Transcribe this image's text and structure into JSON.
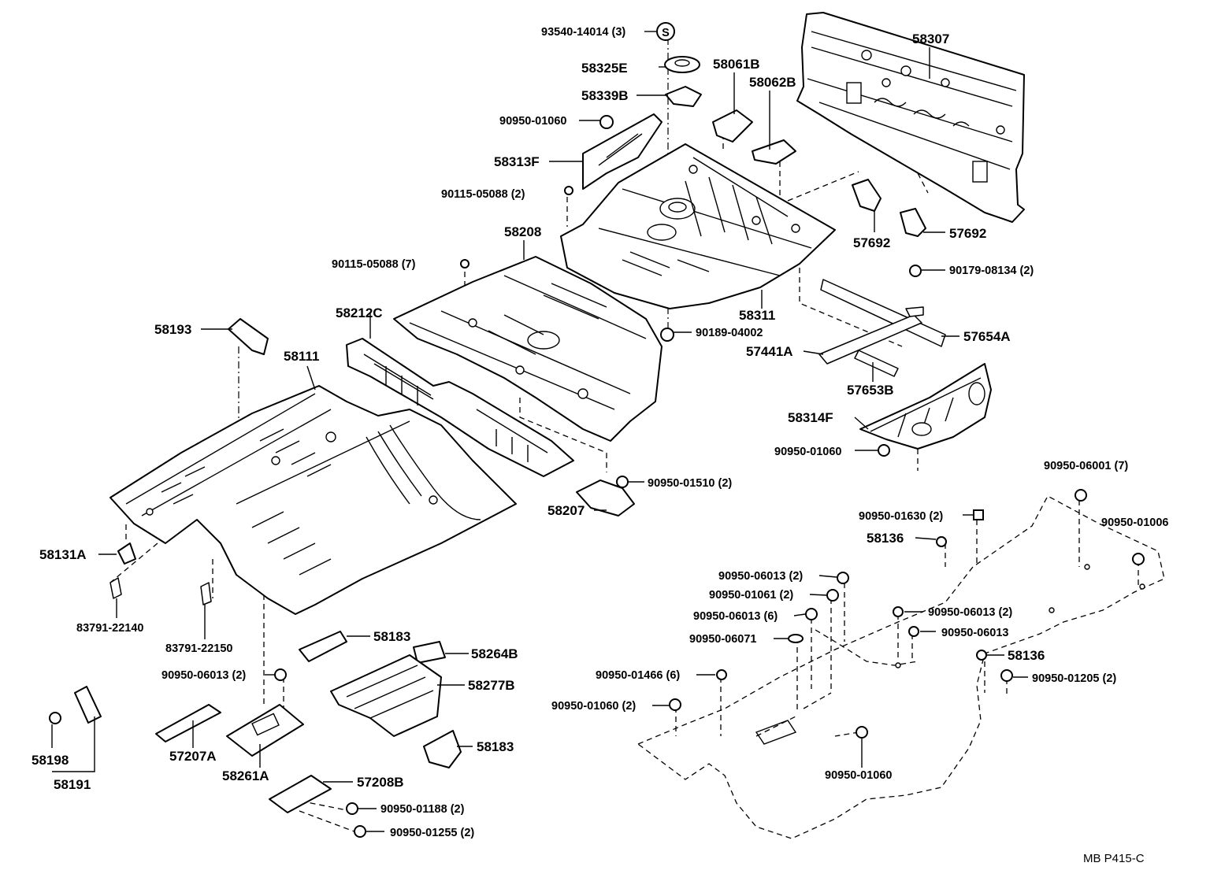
{
  "labels": {
    "p93540_14014": "93540-14014 (3)",
    "s_mark": "S",
    "p58325E": "58325E",
    "p58339B": "58339B",
    "p90950_01060_a": "90950-01060",
    "p58313F": "58313F",
    "p90115_05088_2": "90115-05088 (2)",
    "p58061B": "58061B",
    "p58062B": "58062B",
    "p58307": "58307",
    "p58208": "58208",
    "p90115_05088_7": "90115-05088 (7)",
    "p58311": "58311",
    "p57692_a": "57692",
    "p57692_b": "57692",
    "p90179_08134": "90179-08134 (2)",
    "p90189_04002": "90189-04002",
    "p57654A": "57654A",
    "p57441A": "57441A",
    "p57653B": "57653B",
    "p58193": "58193",
    "p58212C": "58212C",
    "p58111": "58111",
    "p58314F": "58314F",
    "p90950_01060_b": "90950-01060",
    "p90950_01510": "90950-01510 (2)",
    "p58207": "58207",
    "p90950_06001": "90950-06001 (7)",
    "p90950_01630": "90950-01630 (2)",
    "p90950_01006": "90950-01006",
    "p58136_a": "58136",
    "p58131A": "58131A",
    "p90950_06013_2a": "90950-06013 (2)",
    "p90950_01061": "90950-01061 (2)",
    "p90950_06013_6": "90950-06013 (6)",
    "p90950_06013_2b": "90950-06013 (2)",
    "p90950_06071": "90950-06071",
    "p90950_06013": "90950-06013",
    "p83791_22140": "83791-22140",
    "p83791_22150": "83791-22150",
    "p58183_a": "58183",
    "p58264B": "58264B",
    "p90950_06013_2c": "90950-06013 (2)",
    "p58277B": "58277B",
    "p58136_b": "58136",
    "p90950_01466": "90950-01466 (6)",
    "p90950_01205": "90950-01205 (2)",
    "p90950_01060_2": "90950-01060 (2)",
    "p58198": "58198",
    "p57207A": "57207A",
    "p58183_b": "58183",
    "p58191": "58191",
    "p58261A": "58261A",
    "p57208B": "57208B",
    "p90950_01060_c": "90950-01060",
    "p90950_01188": "90950-01188 (2)",
    "p90950_01255": "90950-01255 (2)",
    "drawing_id": "MB  P415-C"
  }
}
